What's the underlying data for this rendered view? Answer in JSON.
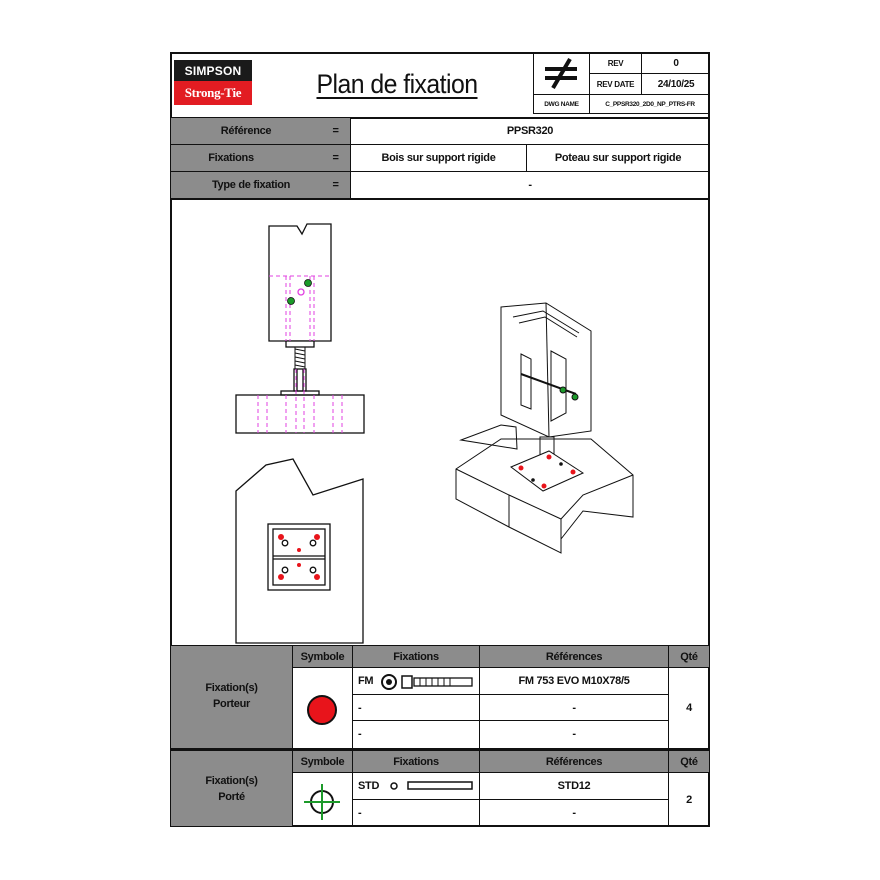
{
  "header": {
    "logo_top": "SIMPSON",
    "logo_bottom": "Strong-Tie",
    "title": "Plan de fixation",
    "rev_label": "REV",
    "rev_value": "0",
    "rev_date_label": "REV DATE",
    "rev_date_value": "24/10/25",
    "dwg_name_label": "DWG NAME",
    "dwg_name_value": "C_PPSR320_2D0_NP_PTRS-FR"
  },
  "info": {
    "reference_label": "Référence",
    "reference_value": "PPSR320",
    "fixations_label": "Fixations",
    "fixations_value_1": "Bois sur support rigide",
    "fixations_value_2": "Poteau sur support rigide",
    "type_label": "Type de fixation",
    "type_value": "-",
    "equals": "="
  },
  "table1": {
    "group_label_1": "Fixation(s)",
    "group_label_2": "Porteur",
    "col_symbole": "Symbole",
    "col_fixations": "Fixations",
    "col_references": "Références",
    "col_qte": "Qté",
    "rows": [
      {
        "fixation": "FM",
        "reference": "FM 753 EVO M10X78/5"
      },
      {
        "fixation": "-",
        "reference": "-"
      },
      {
        "fixation": "-",
        "reference": "-"
      }
    ],
    "qty": "4",
    "symbol_color": "#e8141b"
  },
  "table2": {
    "group_label_1": "Fixation(s)",
    "group_label_2": "Porté",
    "col_symbole": "Symbole",
    "col_fixations": "Fixations",
    "col_references": "Références",
    "col_qte": "Qté",
    "rows": [
      {
        "fixation": "STD",
        "reference": "STD12"
      },
      {
        "fixation": "-",
        "reference": "-"
      }
    ],
    "qty": "2",
    "symbol_color": "#1c9a2a"
  },
  "colors": {
    "header_grey": "#8c8c8c",
    "magenta": "#e040e0",
    "brand_red": "#e21c22"
  }
}
